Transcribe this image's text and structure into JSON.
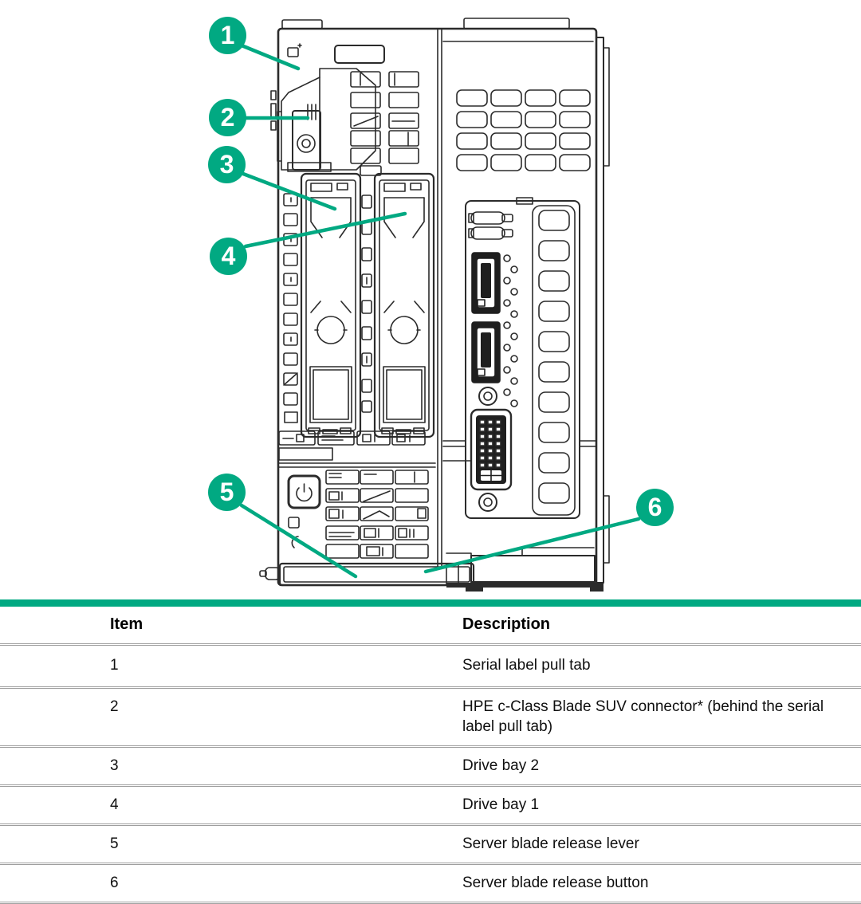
{
  "figure": {
    "type": "hardware line-drawing of an HPE server blade front panel with numbered callouts",
    "callouts": [
      {
        "number": "1"
      },
      {
        "number": "2"
      },
      {
        "number": "3"
      },
      {
        "number": "4"
      },
      {
        "number": "5"
      },
      {
        "number": "6"
      }
    ],
    "icons": {
      "power_button": "⏻",
      "serial_tab": "pull-tab glyph"
    }
  },
  "table": {
    "headers": {
      "item": "Item",
      "description": "Description"
    },
    "rows": [
      {
        "item": "1",
        "description": "Serial label pull tab"
      },
      {
        "item": "2",
        "description": "HPE c-Class Blade SUV connector* (behind the serial label pull tab)"
      },
      {
        "item": "3",
        "description": "Drive bay 2"
      },
      {
        "item": "4",
        "description": "Drive bay 1"
      },
      {
        "item": "5",
        "description": "Server blade release lever"
      },
      {
        "item": "6",
        "description": "Server blade release button"
      }
    ]
  },
  "colors": {
    "accent_green": "#01A982",
    "line_art": "#2b2b2b",
    "separator_gray": "#9e9e9e",
    "background": "#ffffff"
  }
}
